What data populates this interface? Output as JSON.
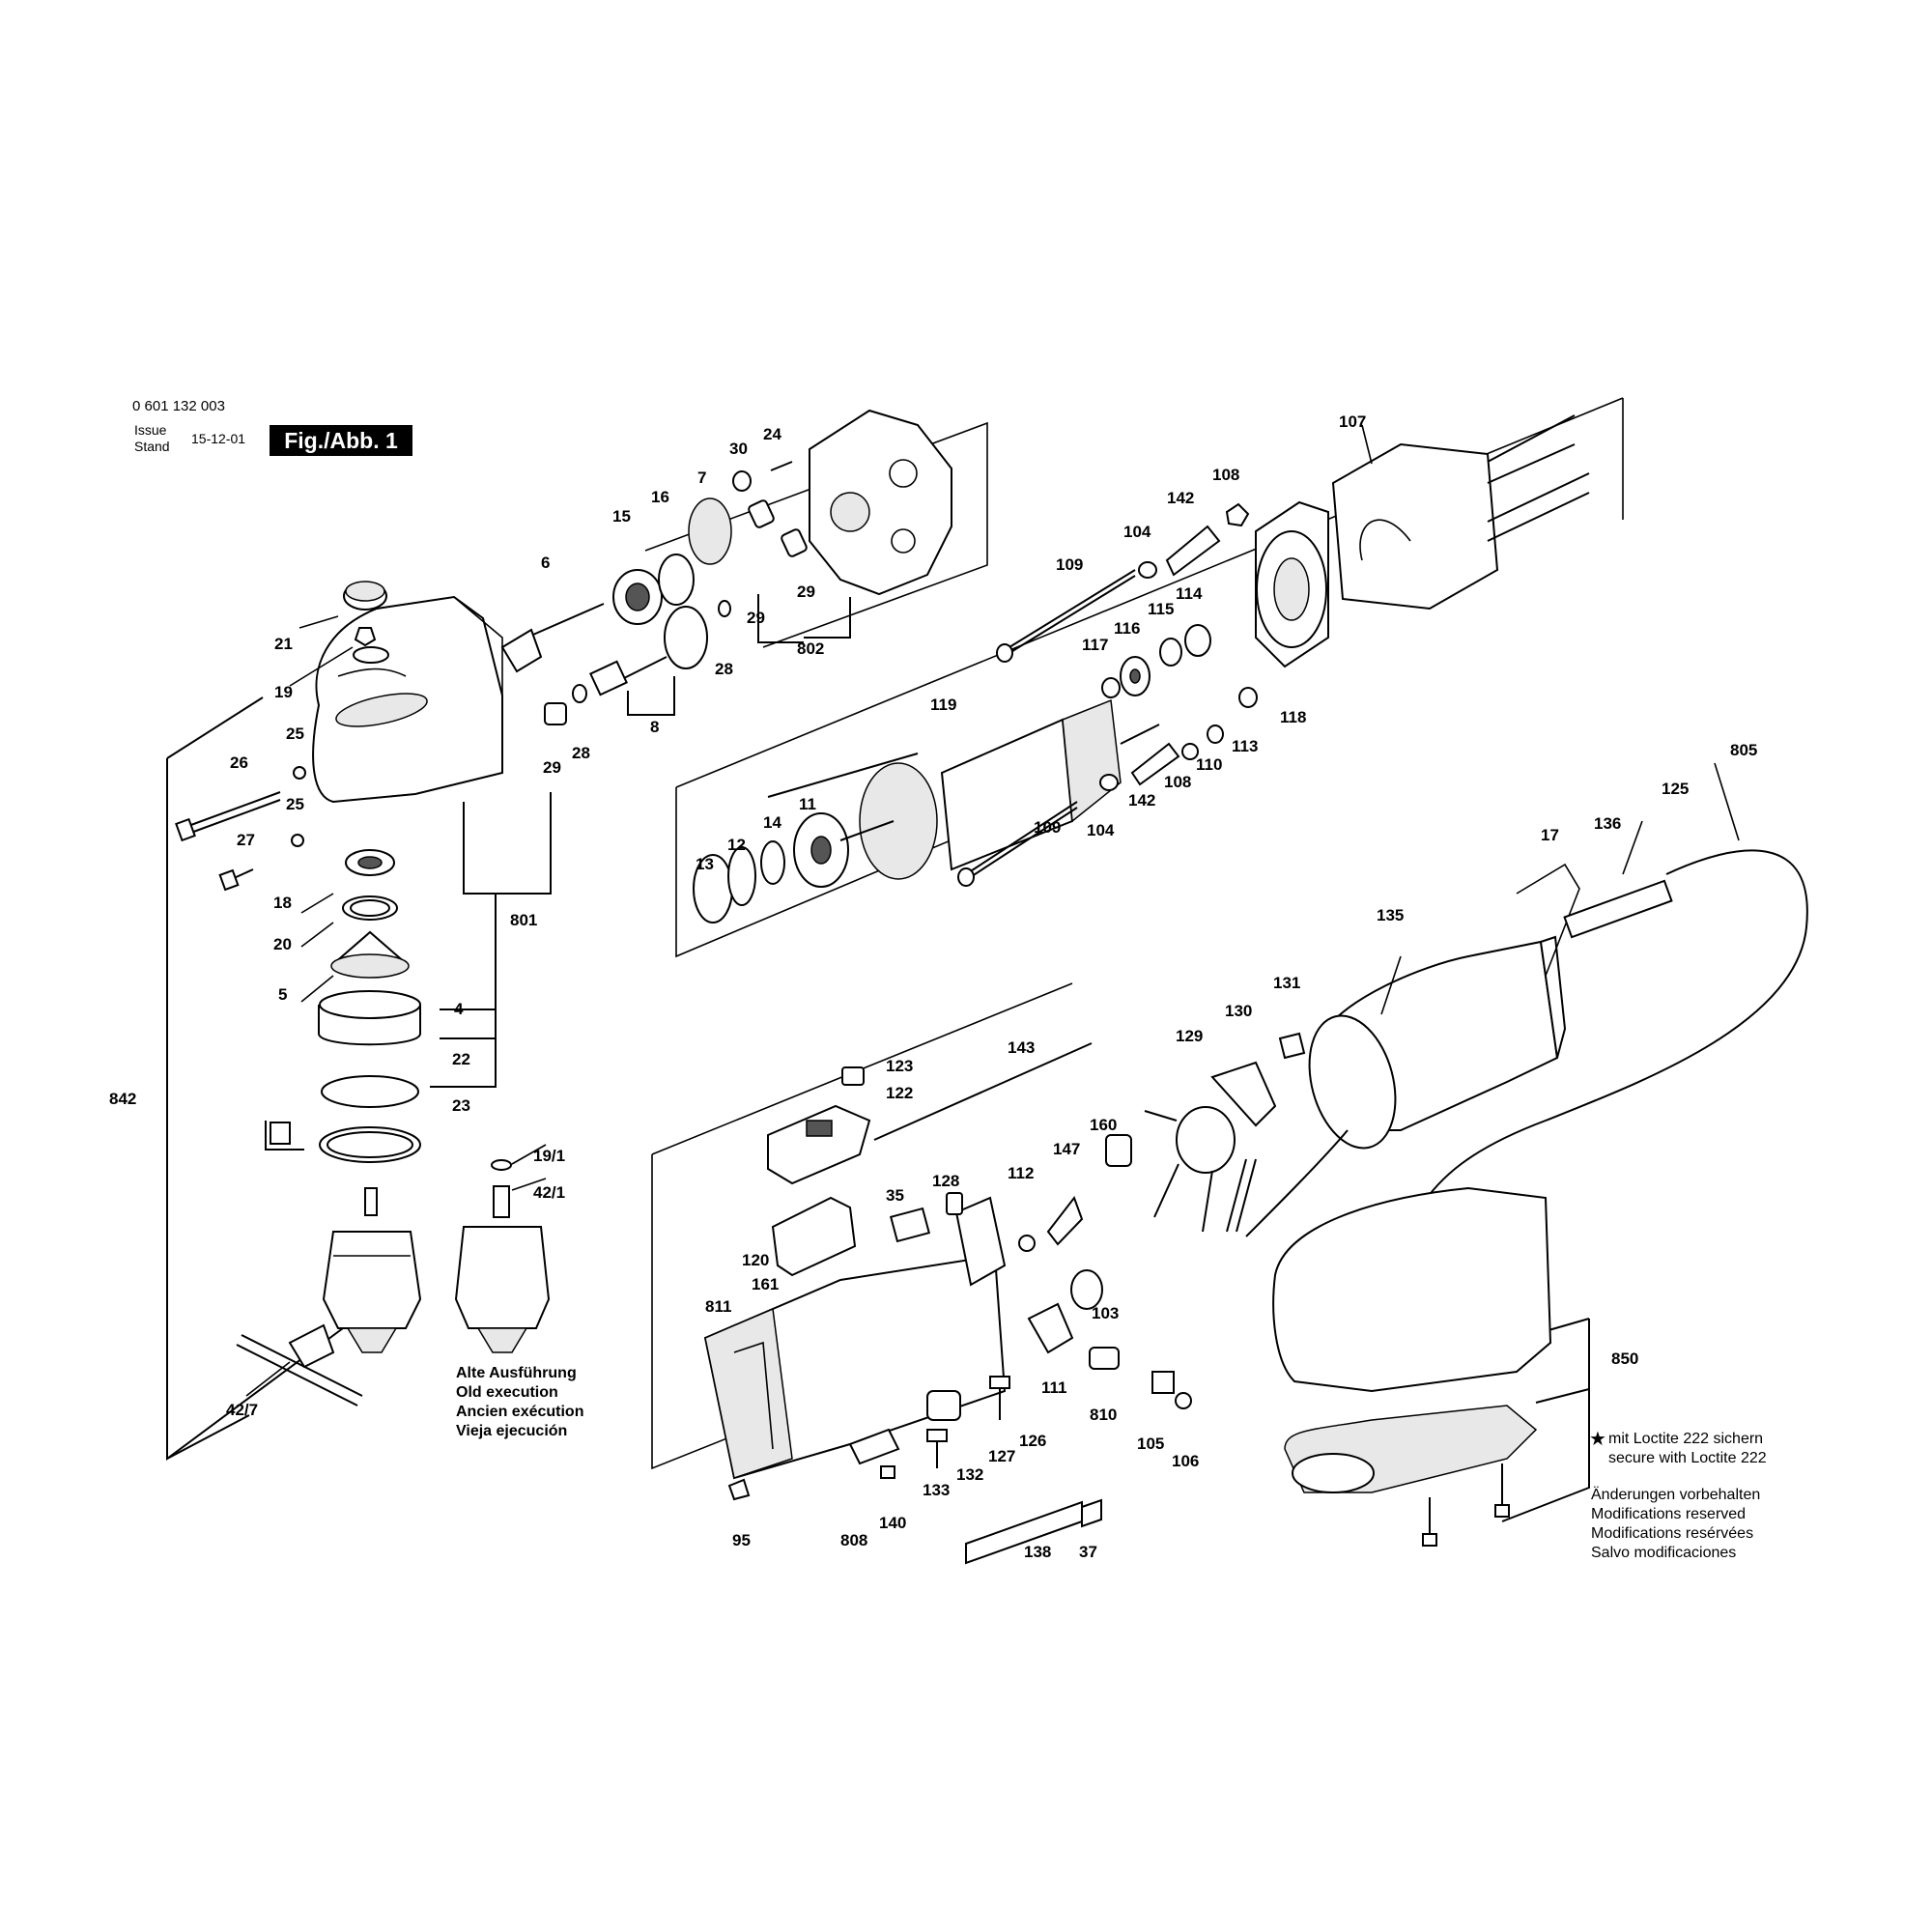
{
  "header": {
    "part_number": "0 601 132 003",
    "issue_label_1": "Issue",
    "issue_label_2": "Stand",
    "issue_date": "15-12-01",
    "figure_label": "Fig./Abb. 1"
  },
  "old_execution": [
    "Alte Ausführung",
    "Old execution",
    "Ancien exécution",
    "Vieja ejecución"
  ],
  "loctite_note": [
    "mit Loctite 222 sichern",
    "secure with Loctite 222"
  ],
  "loctite_symbol": "★",
  "modifications_note": [
    "Änderungen vorbehalten",
    "Modifications reserved",
    "Modifications resérvées",
    "Salvo modificaciones"
  ],
  "callouts": [
    "30",
    "24",
    "7",
    "16",
    "15",
    "6",
    "29",
    "29",
    "802",
    "28",
    "21",
    "19",
    "25",
    "26",
    "25",
    "27",
    "18",
    "20",
    "5",
    "4",
    "22",
    "23",
    "842",
    "801",
    "29",
    "28",
    "8",
    "19/1",
    "42/1",
    "42/7",
    "107",
    "108",
    "142",
    "104",
    "109",
    "114",
    "115",
    "116",
    "117",
    "118",
    "119",
    "113",
    "110",
    "108",
    "142",
    "104",
    "109",
    "11",
    "14",
    "12",
    "13",
    "805",
    "125",
    "136",
    "17",
    "135",
    "131",
    "130",
    "129",
    "143",
    "123",
    "122",
    "160",
    "147",
    "112",
    "128",
    "35",
    "120",
    "161",
    "811",
    "103",
    "111",
    "810",
    "105",
    "106",
    "127",
    "126",
    "132",
    "133",
    "140",
    "808",
    "95",
    "138",
    "37",
    "850"
  ]
}
